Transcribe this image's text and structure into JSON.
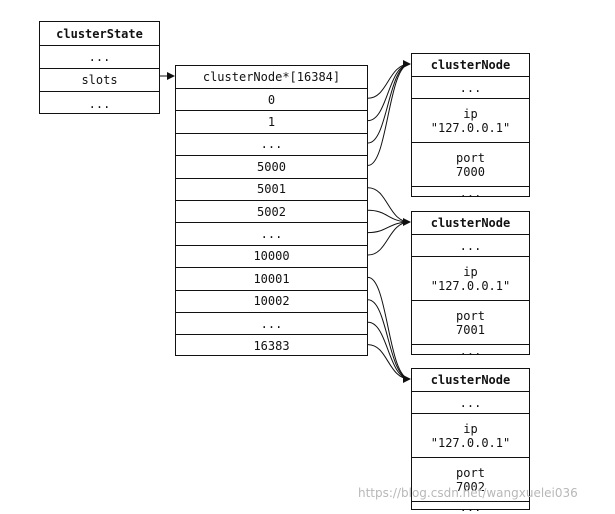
{
  "cluster_state": {
    "title": "clusterState",
    "rows": [
      "...",
      "slots",
      "..."
    ]
  },
  "slots_array": {
    "title": "clusterNode*[16384]",
    "cells": [
      "0",
      "1",
      "...",
      "5000",
      "5001",
      "5002",
      "...",
      "10000",
      "10001",
      "10002",
      "...",
      "16383"
    ]
  },
  "nodes": [
    {
      "title": "clusterNode",
      "rows": [
        "...",
        "ip\n\"127.0.0.1\"",
        "port\n7000",
        "..."
      ]
    },
    {
      "title": "clusterNode",
      "rows": [
        "...",
        "ip\n\"127.0.0.1\"",
        "port\n7001",
        "..."
      ]
    },
    {
      "title": "clusterNode",
      "rows": [
        "...",
        "ip\n\"127.0.0.1\"",
        "port\n7002",
        "..."
      ]
    }
  ],
  "watermark": "https://blog.csdn.net/wangxuelei036"
}
